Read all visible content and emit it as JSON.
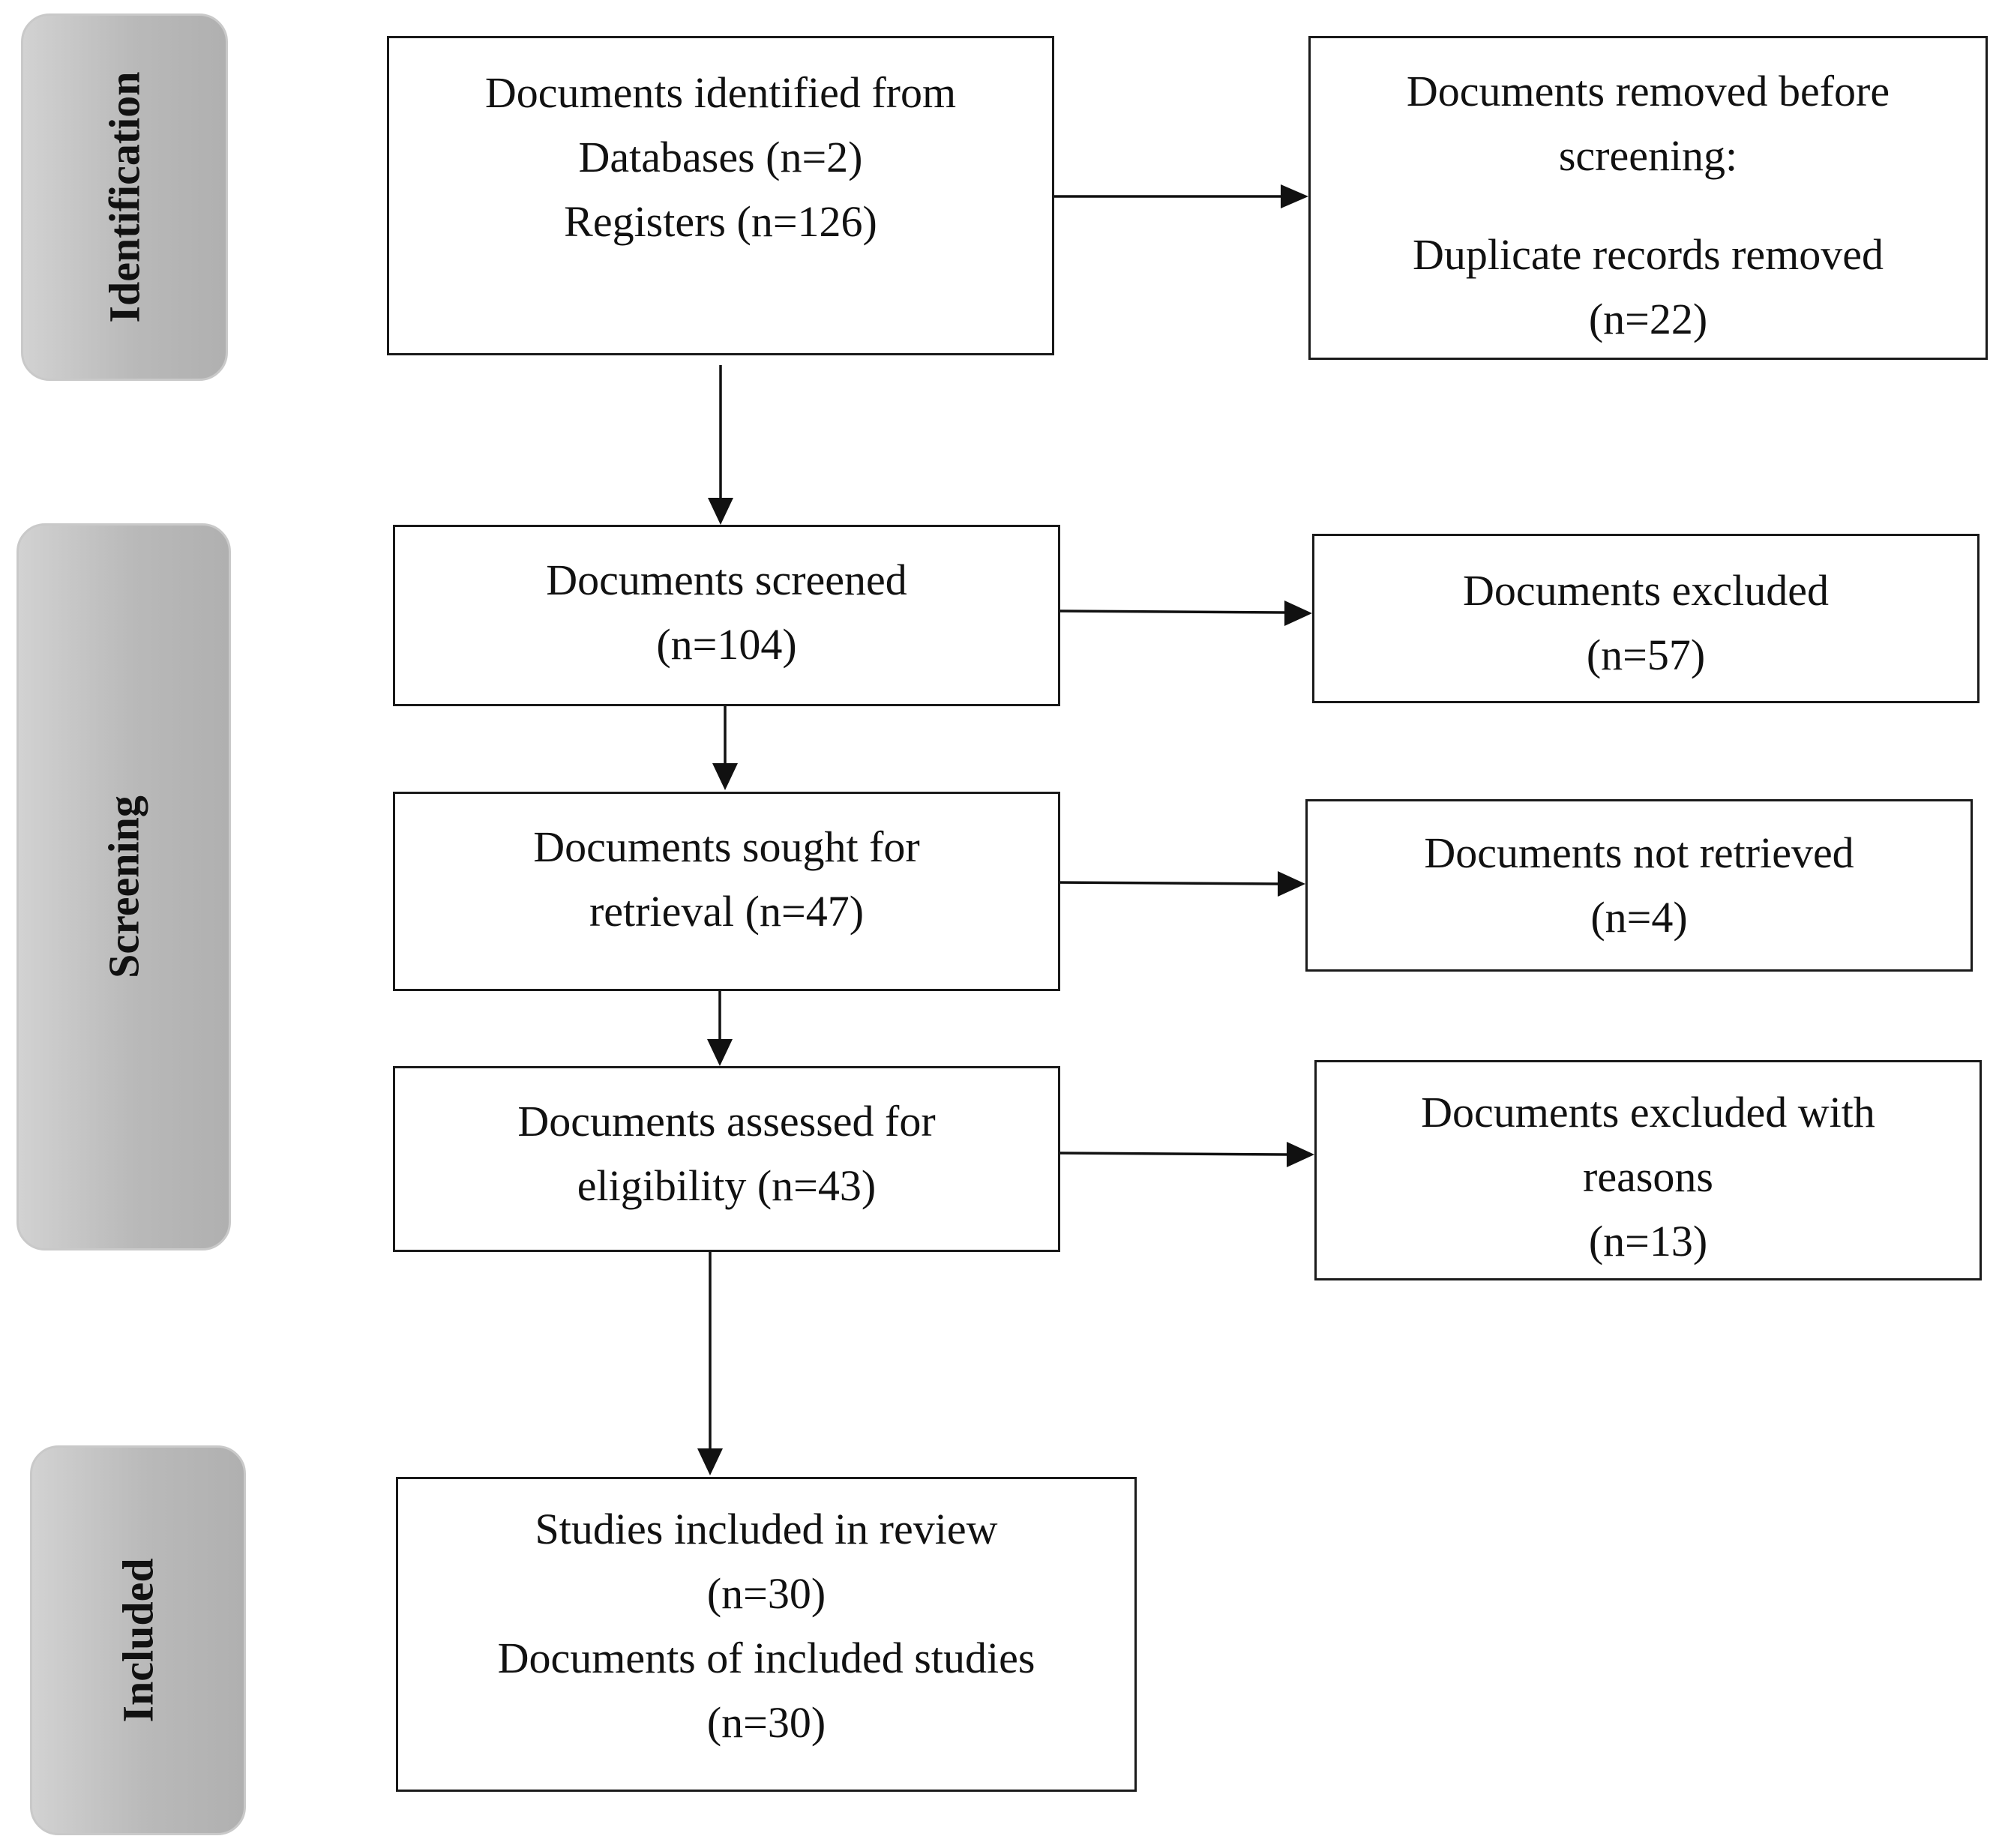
{
  "phases": {
    "identification": "Identification",
    "screening": "Screening",
    "included": "Included"
  },
  "boxes": {
    "identified": {
      "line1": "Documents identified from",
      "line2": "Databases (n=2)",
      "line3": "Registers (n=126)"
    },
    "removed": {
      "line1": "Documents removed before",
      "line2": "screening:",
      "line3": "Duplicate records removed",
      "line4": "(n=22)"
    },
    "screened": {
      "line1": "Documents screened",
      "line2": "(n=104)"
    },
    "excluded": {
      "line1": "Documents excluded",
      "line2": "(n=57)"
    },
    "sought": {
      "line1": "Documents sought for",
      "line2": "retrieval (n=47)"
    },
    "not_retrieved": {
      "line1": "Documents not retrieved",
      "line2": "(n=4)"
    },
    "assessed": {
      "line1": "Documents assessed for",
      "line2": "eligibility (n=43)"
    },
    "excluded_reasons": {
      "line1": "Documents excluded with",
      "line2": "reasons",
      "line3": "(n=13)"
    },
    "included": {
      "line1": "Studies included in review",
      "line2": "(n=30)",
      "line3": "Documents of included studies",
      "line4": "(n=30)"
    }
  }
}
